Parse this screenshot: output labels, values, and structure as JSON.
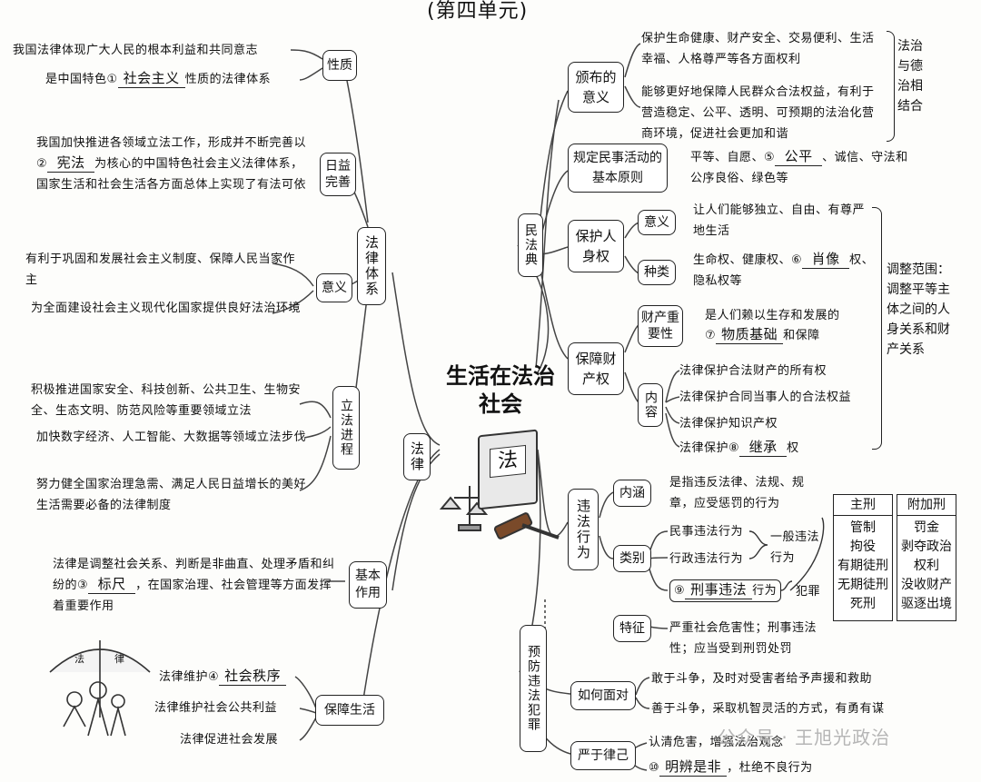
{
  "header": "(第四单元)",
  "center": {
    "title": "生活在法治社会",
    "book_char": "法"
  },
  "watermark": "公众号 · 王旭光政治",
  "left": {
    "fazhi": "法律",
    "falv_tixi": "法律体系",
    "xingzhi": {
      "label": "性质",
      "l1": "我国法律体现广大人民的根本利益和共同意志",
      "l2a": "是中国特色①",
      "blank1": "社会主义",
      "l2b": "性质的法律体系"
    },
    "riyi": {
      "label": "日益完善",
      "a": "我国加快推进各领域立法工作，形成并不断完善以②",
      "blank2": "宪法",
      "b": "为核心的中国特色社会主义法律体系，国家生活和社会生活各方面总体上实现了有法可依"
    },
    "yiyi": {
      "label": "意义",
      "l1": "有利于巩固和发展社会主义制度、保障人民当家作主",
      "l2": "为全面建设社会主义现代化国家提供良好法治环境"
    },
    "lifa": {
      "label": "立法进程",
      "l1": "积极推进国家安全、科技创新、公共卫生、生物安全、生态文明、防范风险等重要领域立法",
      "l2": "加快数字经济、人工智能、大数据等领域立法步伐",
      "l3": "努力健全国家治理急需、满足人民日益增长的美好生活需要必备的法律制度"
    },
    "jiben": {
      "label": "基本作用",
      "a": "法律是调整社会关系、判断是非曲直、处理矛盾和纠纷的③",
      "blank3": "标尺",
      "b": "，在国家治理、社会管理等方面发挥着重要作用"
    },
    "baozhang": {
      "label": "保障生活",
      "l1a": "法律维护④",
      "blank4": "社会秩序",
      "l2": "法律维护社会公共利益",
      "l3": "法律促进社会发展"
    },
    "umbrella": {
      "a": "法",
      "b": "律"
    }
  },
  "right": {
    "minfadian": "民法典",
    "banbu": {
      "label": "颁布的意义",
      "l1": "保护生命健康、财产安全、交易便利、生活幸福、人格尊严等各方面权利",
      "l2": "能够更好地保障人民群众合法权益，有利于营造稳定、公平、透明、可预期的法治化营商环境，促进社会更加和谐",
      "side": "法治与德治相结合"
    },
    "jiben": {
      "label": "规定民事活动的基本原则",
      "a": "平等、自愿、⑤",
      "blank5": "公平",
      "b": "、诚信、守法和公序良俗、绿色等"
    },
    "renshen": {
      "label": "保护人身权",
      "yiyi_label": "意义",
      "yiyi": "让人们能够独立、自由、有尊严地生活",
      "zhonglei_label": "种类",
      "zl_a": "生命权、健康权、⑥",
      "blank6": "肖像",
      "zl_b": "权、隐私权等"
    },
    "tiaozheng": "调整范围：调整平等主体之间的人身关系和财产关系",
    "caichan": {
      "label": "保障财产权",
      "zhongyao_label": "财产重要性",
      "zy_a": "是人们赖以生存和发展的",
      "zy_b": "⑦",
      "blank7": "物质基础",
      "zy_c": "和保障",
      "neirong_label": "内容",
      "n1": "法律保护合法财产的所有权",
      "n2": "法律保护合同当事人的合法权益",
      "n3": "法律保护知识产权",
      "n4a": "法律保护⑧",
      "blank8": "继承",
      "n4b": "权"
    },
    "yufang": "预防违法犯罪",
    "weifa": {
      "label": "违法行为",
      "neihan_label": "内涵",
      "neihan": "是指违反法律、法规、规章，应受惩罚的行为",
      "leibie_label": "类别",
      "lb1": "民事违法行为",
      "lb2": "行政违法行为",
      "yiban": "一般违法行为",
      "lb3a": "⑨",
      "blank9": "刑事违法",
      "lb3b": "行为",
      "fanzui": "犯罪",
      "tezheng_label": "特征",
      "tz1": "严重社会危害性；刑事违法性；应当受到刑罚处罚"
    },
    "penalty": {
      "main_h": "主刑",
      "main": [
        "管制",
        "拘役",
        "有期徒刑",
        "无期徒刑",
        "死刑"
      ],
      "add_h": "附加刑",
      "add": [
        "罚金",
        "剥夺政治",
        "权利",
        "没收财产",
        "驱逐出境"
      ]
    },
    "mianlin": {
      "label": "如何面对",
      "l1": "敢于斗争，及时对受害者给予声援和救助",
      "l2": "善于斗争，采取机智灵活的方式，有勇有谋"
    },
    "yanyu": {
      "label": "严于律己",
      "l1": "认清危害，增强法治观念",
      "l2a": "⑩",
      "blank10": "明辨是非",
      "l2b": "，杜绝不良行为"
    }
  }
}
